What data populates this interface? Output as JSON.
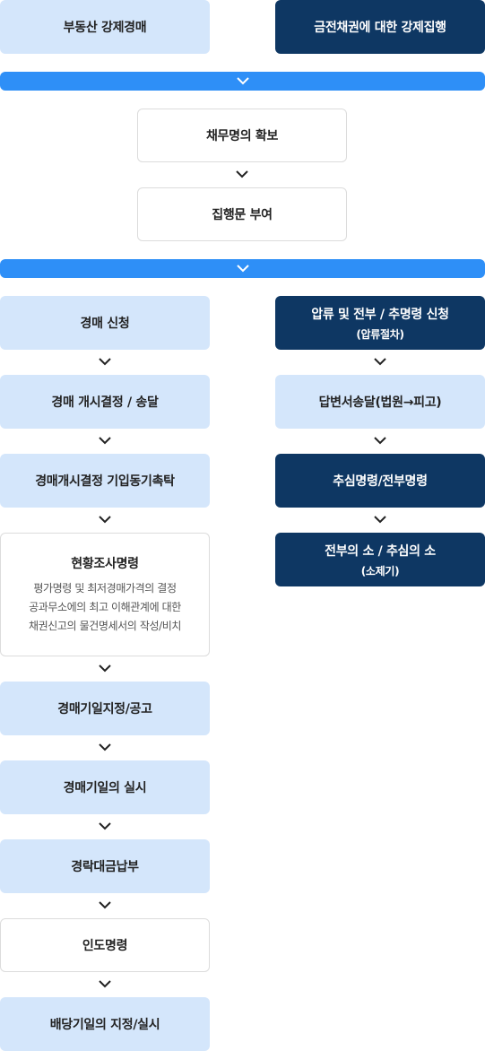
{
  "top": {
    "left": "부동산 강제경매",
    "right": "금전채권에 대한 강제집행"
  },
  "middle": {
    "step1": "채무명의 확보",
    "step2": "집행문 부여"
  },
  "left_flow": {
    "s1": "경매 신청",
    "s2": "경매 개시결정 / 송달",
    "s3": "경매개시결정 기입동기촉탁",
    "s4_title": "현황조사명령",
    "s4_line1": "평가명령 및 최저경매가격의 결정",
    "s4_line2": "공과무소에의 최고 이해관계에 대한",
    "s4_line3": "채권신고의 물건명세서의 작성/비치",
    "s5": "경매기일지정/공고",
    "s6": "경매기일의 실시",
    "s7": "경락대금납부",
    "s8": "인도명령",
    "s9": "배당기일의 지정/실시"
  },
  "right_flow": {
    "s1": "압류 및 전부 / 추명령 신청",
    "s1_sub": "(압류절차)",
    "s2": "답변서송달(법원→피고)",
    "s3": "추심명령/전부명령",
    "s4": "전부의 소 / 추심의 소",
    "s4_sub": "(소제기)"
  },
  "colors": {
    "light_box": "#d4e6fb",
    "dark_box": "#0e3763",
    "bar": "#2e8ff7"
  }
}
